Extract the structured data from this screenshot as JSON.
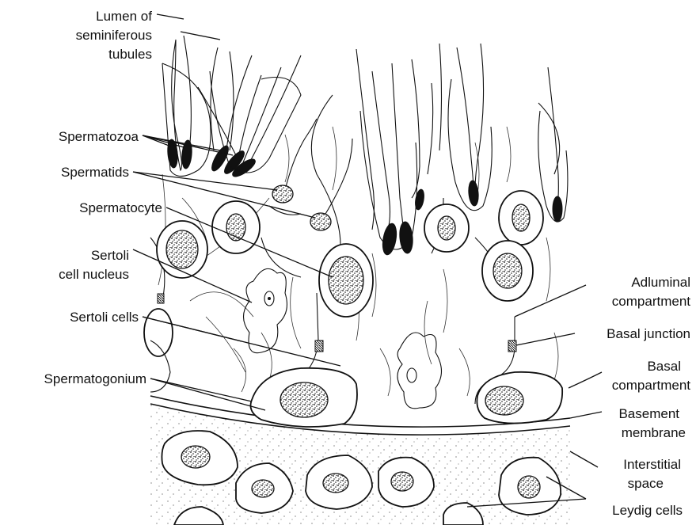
{
  "labels": {
    "lumen": [
      "Lumen of",
      "seminiferous",
      "tubules"
    ],
    "spermatozoa": "Spermatozoa",
    "spermatids": "Spermatids",
    "spermatocyte": "Spermatocyte",
    "sertoli_nucleus": [
      "Sertoli",
      "cell nucleus"
    ],
    "sertoli_cells": "Sertoli cells",
    "spermatogonium": "Spermatogonium",
    "adluminal": [
      "Adluminal",
      "compartment"
    ],
    "basal_junction": "Basal junction",
    "basal_compartment": [
      "Basal",
      "compartment"
    ],
    "basement_membrane": [
      "Basement",
      "membrane"
    ],
    "interstitial": [
      "Interstitial",
      "space"
    ],
    "leydig": "Leydig cells"
  }
}
